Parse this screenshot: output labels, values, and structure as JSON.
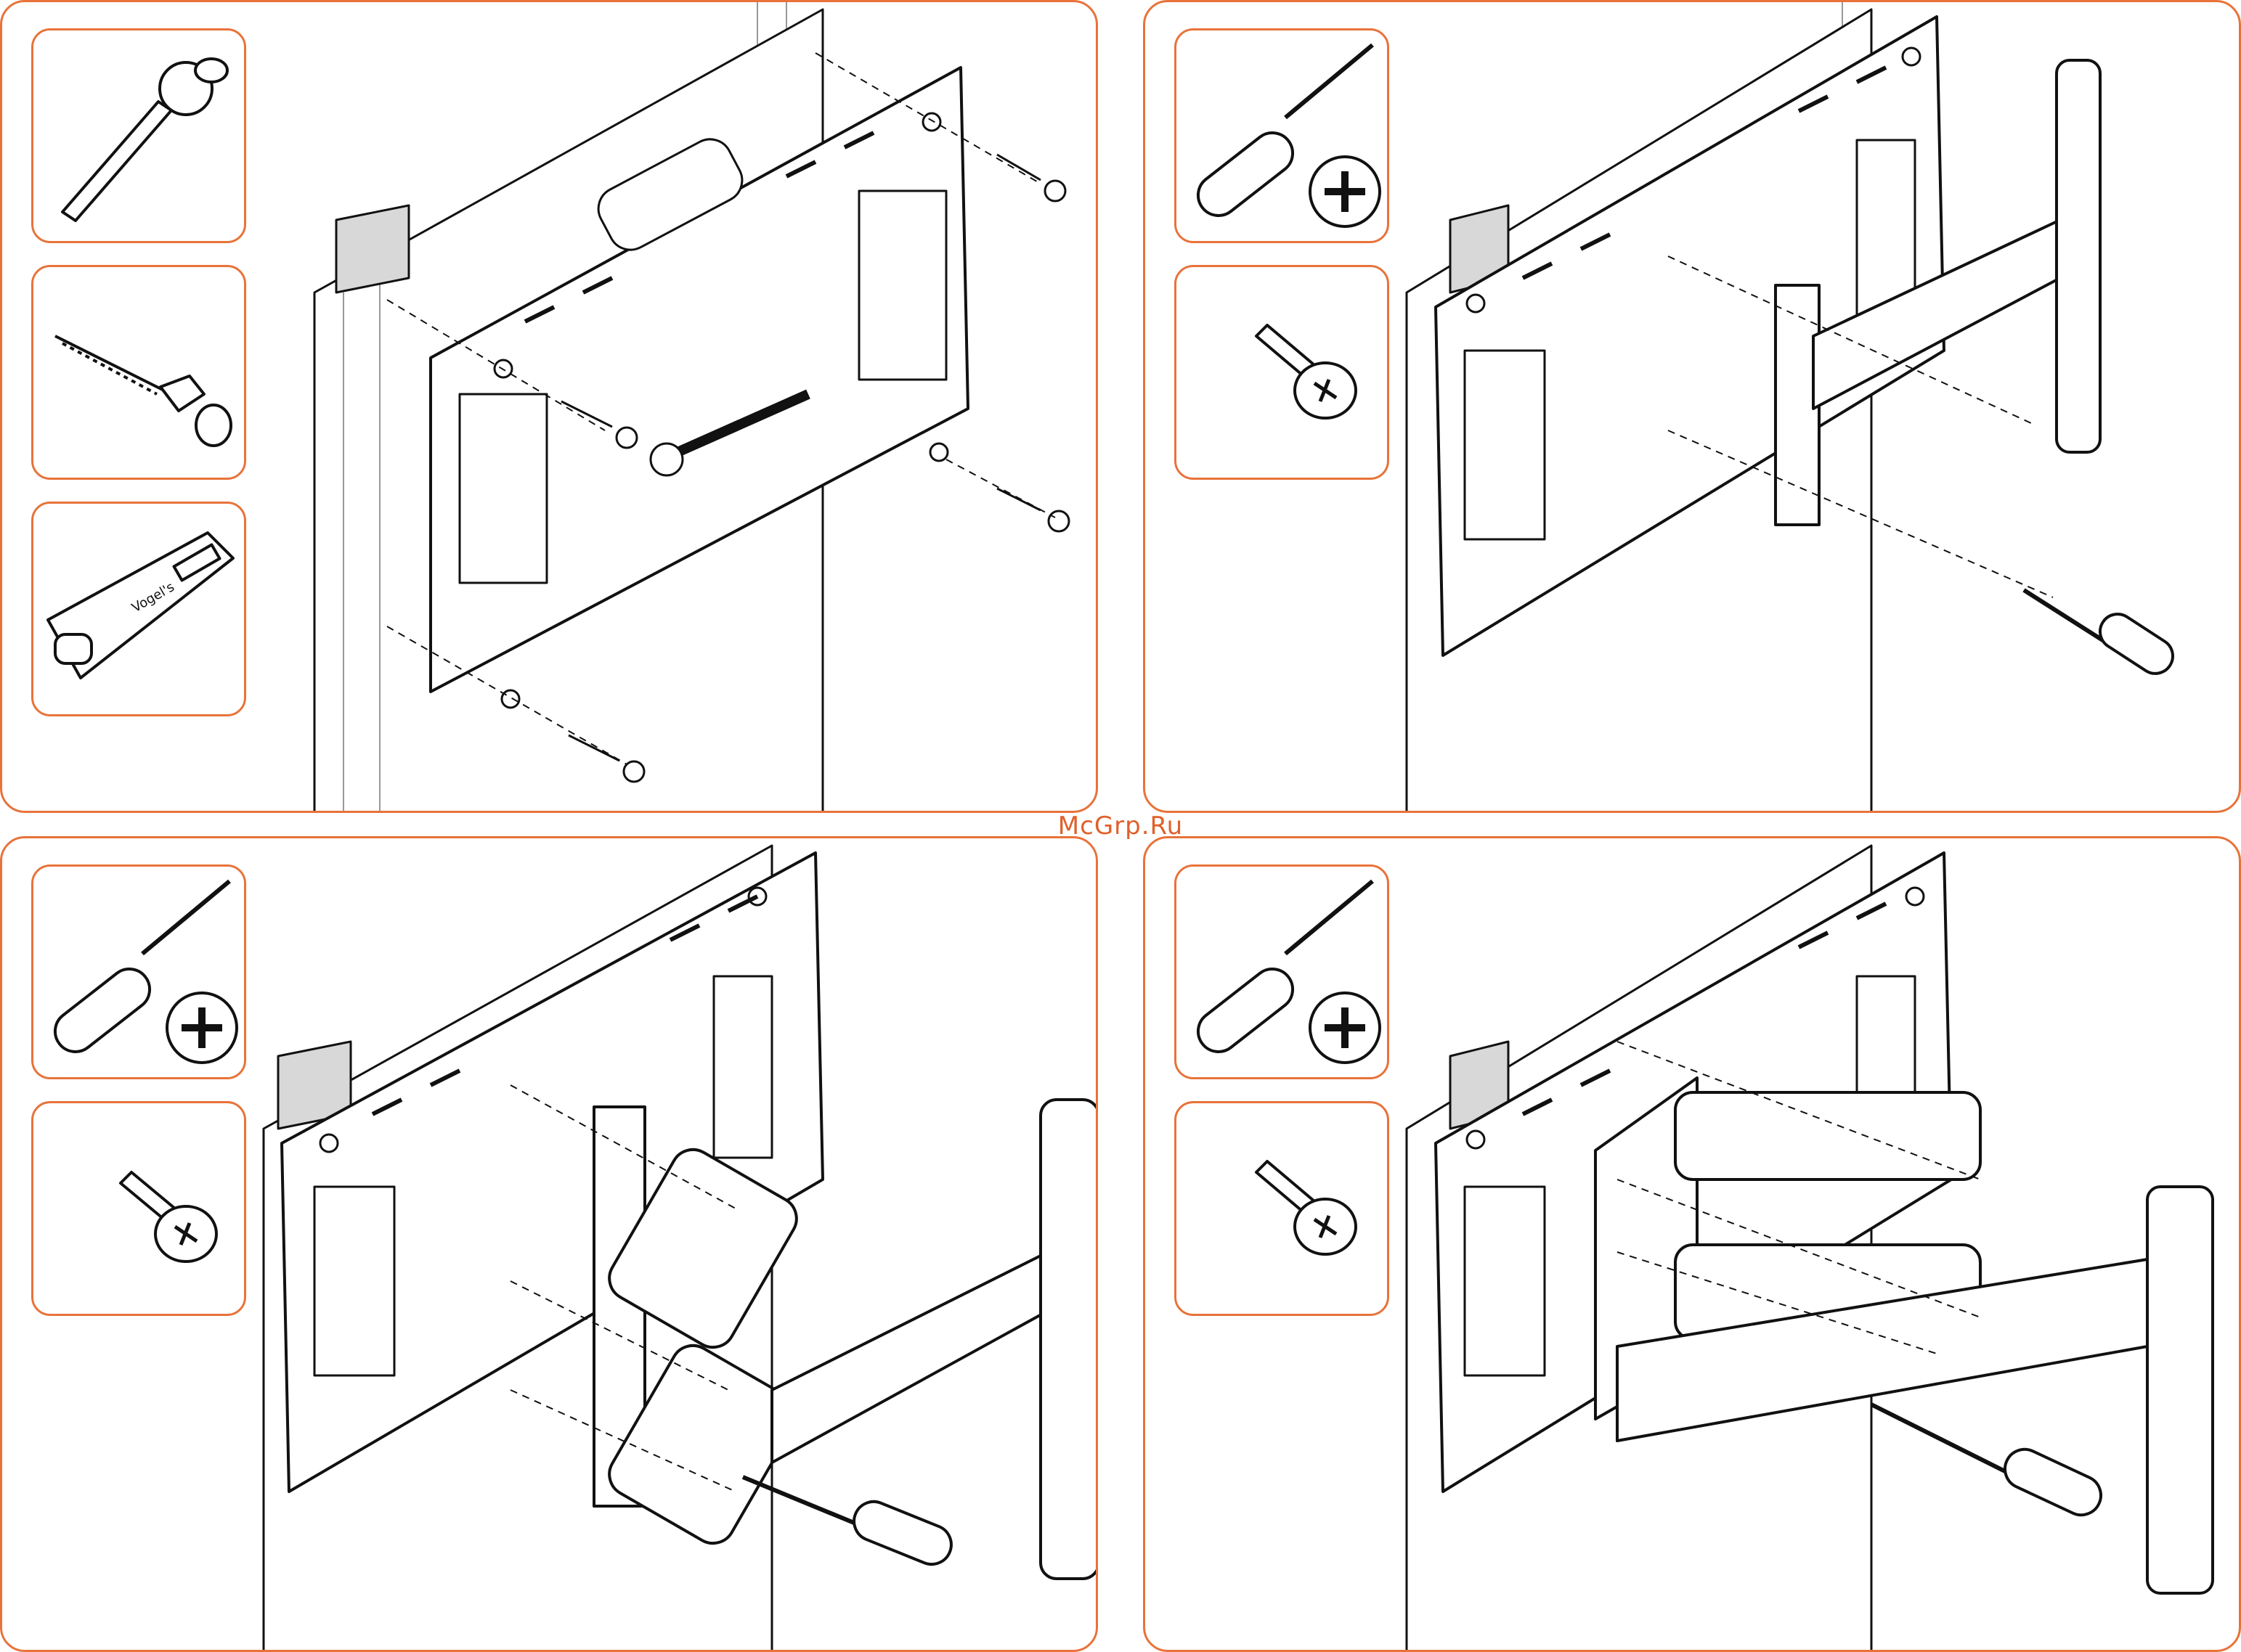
{
  "watermark": "McGrp.Ru",
  "colors": {
    "accent": "#e8733a",
    "watermark": "#e0602b",
    "line": "#111111",
    "wood": "#d8d8d8"
  },
  "steps": [
    {
      "id": "step-1",
      "tools": [
        "socket-wrench-icon",
        "lag-bolt-and-washer-icon",
        "bubble-level-icon"
      ],
      "level_brand": "Vogel's"
    },
    {
      "id": "step-2",
      "tools": [
        "phillips-screwdriver-icon",
        "machine-screw-icon"
      ]
    },
    {
      "id": "step-3",
      "tools": [
        "phillips-screwdriver-icon",
        "machine-screw-icon"
      ]
    },
    {
      "id": "step-4",
      "tools": [
        "phillips-screwdriver-icon",
        "machine-screw-icon"
      ]
    }
  ]
}
